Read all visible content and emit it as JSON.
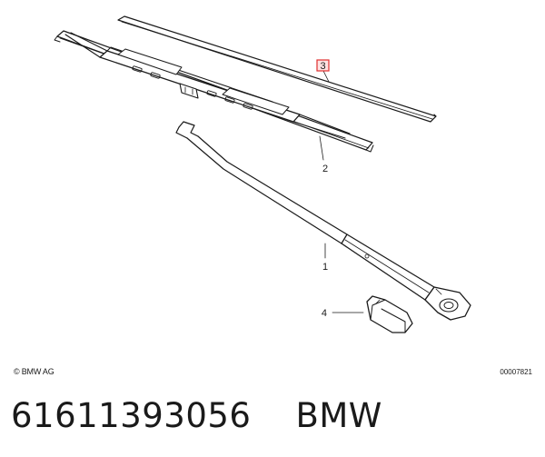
{
  "diagram": {
    "callouts": [
      {
        "id": "callout-1",
        "label": "1"
      },
      {
        "id": "callout-2",
        "label": "2"
      },
      {
        "id": "callout-3",
        "label": "3",
        "highlight_color": "#e03030"
      },
      {
        "id": "callout-4",
        "label": "4"
      }
    ],
    "copyright": "© BMW AG",
    "drawing_number": "00007821"
  },
  "caption": {
    "part_number": "61611393056",
    "brand": "BMW"
  }
}
